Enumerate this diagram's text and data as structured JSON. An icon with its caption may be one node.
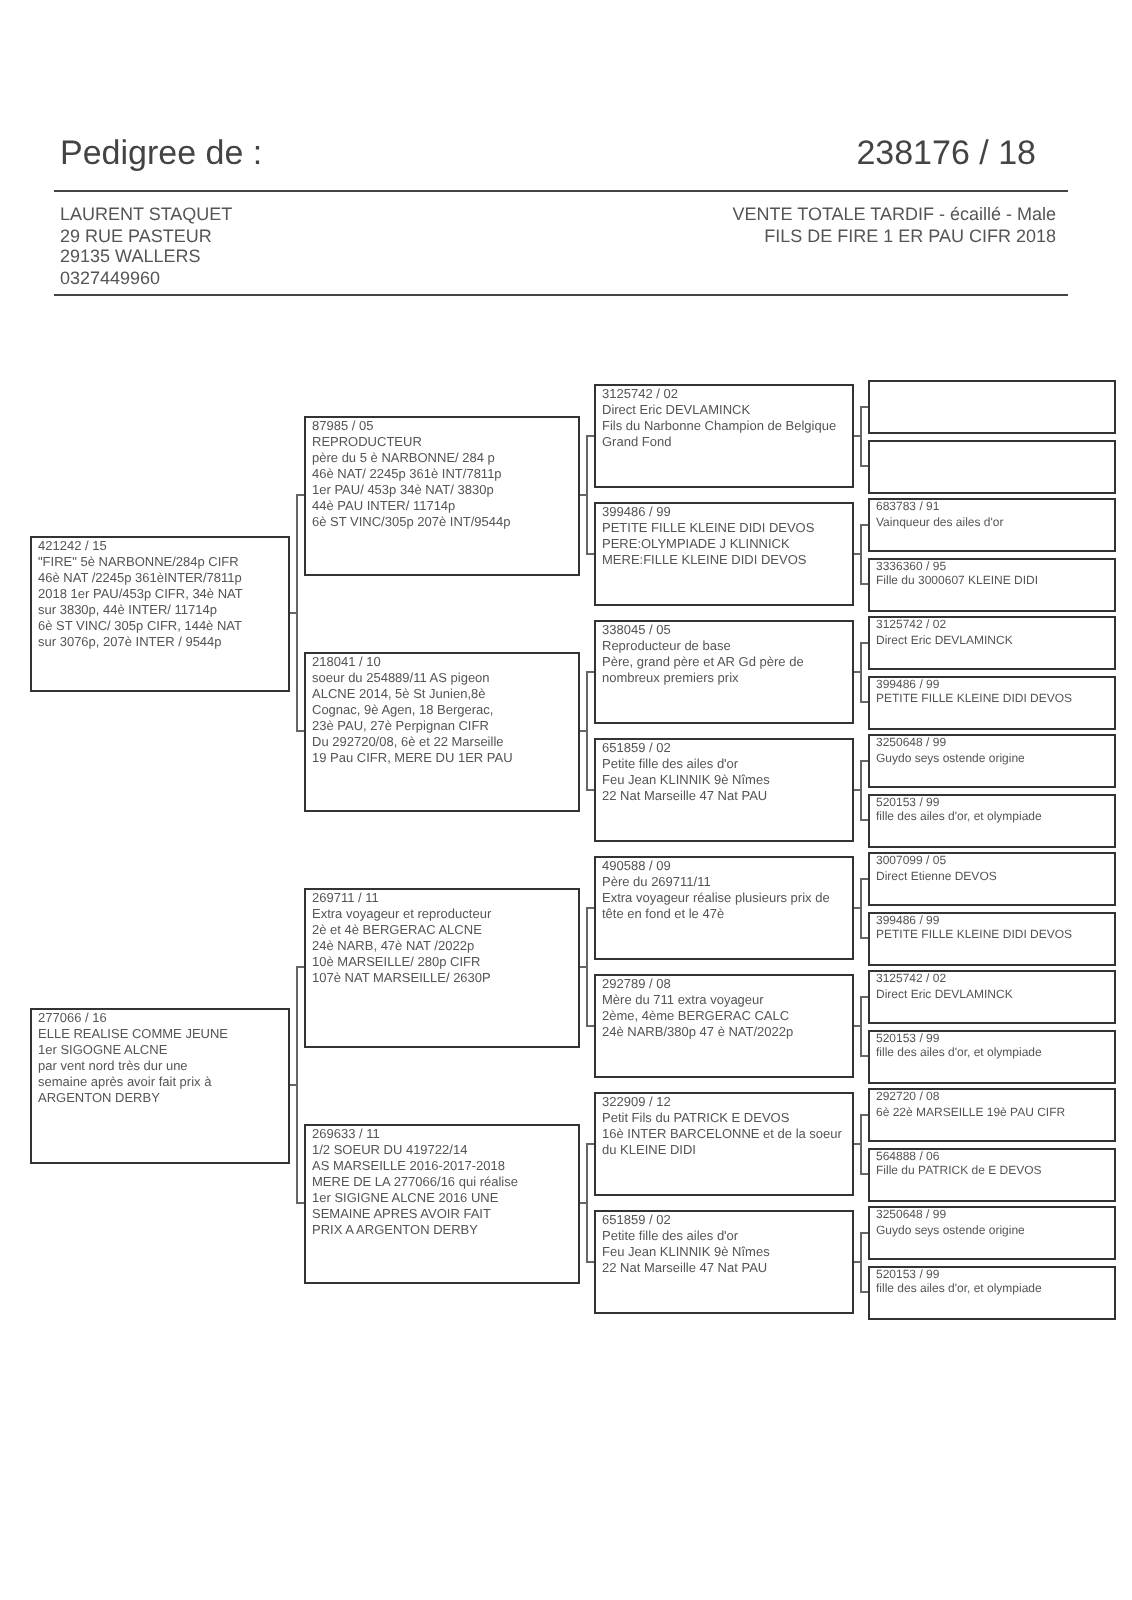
{
  "diagram": {
    "title": "Pedigree de :",
    "nodes": [
      {
        "text": [
          "421242 / 15",
          "\"FIRE\" 5è NARBONNE/284p CIFR",
          "46è NAT /2245p 361èINTER/7811p",
          "2018 1er PAU/453p CIFR, 34è NAT",
          "sur 3830p, 44è INTER/ 11714p",
          "6è ST VINC/ 305p CIFR, 144è NAT",
          "sur 3076p, 207è INTER / 9544p"
        ]
      },
      {
        "text": [
          "277066 / 16",
          "ELLE REALISE COMME JEUNE",
          "1er  SIGOGNE ALCNE",
          "par vent nord très dur une",
          "semaine après avoir fait prix à",
          "ARGENTON DERBY"
        ]
      },
      {
        "text": [
          "87985 / 05",
          "REPRODUCTEUR",
          "père du 5 è NARBONNE/ 284 p",
          "46è NAT/ 2245p 361è INT/7811p",
          "1er PAU/ 453p 34è NAT/ 3830p",
          "44è PAU INTER/ 11714p",
          "6è ST VINC/305p 207è INT/9544p"
        ]
      },
      {
        "text": [
          "218041 / 10",
          "soeur du 254889/11 AS pigeon",
          "ALCNE 2014, 5è St Junien,8è",
          "Cognac, 9è Agen, 18 Bergerac,",
          "23è PAU, 27è Perpignan CIFR",
          "Du 292720/08, 6è et 22 Marseille",
          "19 Pau CIFR, MERE DU 1ER PAU"
        ]
      },
      {
        "text": [
          "269711 / 11",
          "Extra voyageur et reproducteur",
          "2è et 4è BERGERAC ALCNE",
          "24è NARB, 47è NAT /2022p",
          "10è MARSEILLE/ 280p CIFR",
          "107è NAT MARSEILLE/ 2630P"
        ]
      },
      {
        "text": [
          "269633 / 11",
          "1/2 SOEUR DU 419722/14",
          "AS MARSEILLE 2016-2017-2018",
          "MERE DE LA 277066/16 qui réalise",
          "1er SIGIGNE ALCNE 2016 UNE",
          "SEMAINE APRES AVOIR FAIT",
          "PRIX A ARGENTON DERBY"
        ]
      },
      {
        "text": [
          "3125742 / 02",
          "Direct Eric DEVLAMINCK",
          "Fils du Narbonne Champion de Belgique Grand Fond"
        ]
      },
      {
        "text": [
          "399486 / 99",
          "PETITE FILLE KLEINE DIDI DEVOS",
          "PERE:OLYMPIADE J KLINNICK",
          "MERE:FILLE KLEINE DIDI DEVOS"
        ]
      },
      {
        "text": [
          "338045 / 05",
          "Reproducteur de base",
          "Père, grand père et AR Gd père de nombreux premiers prix"
        ]
      },
      {
        "text": [
          "651859 / 02",
          "Petite fille des ailes d'or",
          "Feu Jean KLINNIK 9è Nîmes",
          "22 Nat Marseille 47 Nat PAU"
        ]
      },
      {
        "text": [
          "490588 / 09",
          "Père du 269711/11",
          "Extra voyageur réalise plusieurs prix de tête en fond et le 47è"
        ]
      },
      {
        "text": [
          "292789 / 08",
          "Mère du 711 extra voyageur",
          "2ème, 4ème BERGERAC CALC",
          "24è NARB/380p 47 è NAT/2022p"
        ]
      },
      {
        "text": [
          "322909 / 12",
          "Petit Fils du PATRICK E DEVOS",
          "16è INTER BARCELONNE et de la soeur du KLEINE DIDI"
        ]
      },
      {
        "text": [
          "651859 / 02",
          "Petite fille des ailes d'or",
          "Feu Jean KLINNIK 9è Nîmes",
          "22 Nat Marseille 47 Nat PAU"
        ]
      },
      {
        "text": [],
        "shape": "box"
      },
      {
        "text": [],
        "shape": "box"
      },
      {
        "text": [
          "683783 / 91",
          "Vainqueur des ailes d'or"
        ]
      },
      {
        "text": [
          "3336360 / 95",
          "Fille du 3000607 KLEINE DIDI"
        ]
      },
      {
        "text": [
          "3125742 / 02",
          "Direct Eric DEVLAMINCK"
        ]
      },
      {
        "text": [
          "399486 / 99",
          "PETITE FILLE KLEINE DIDI DEVOS"
        ]
      },
      {
        "text": [
          "3250648 / 99",
          "Guydo seys ostende origine"
        ]
      },
      {
        "text": [
          "520153 / 99",
          "fille des ailes d'or, et olympiade"
        ]
      },
      {
        "text": [
          "3007099 / 05",
          "Direct Etienne DEVOS"
        ]
      },
      {
        "text": [
          "399486 / 99",
          "PETITE FILLE KLEINE DIDI DEVOS"
        ]
      },
      {
        "text": [
          "3125742 / 02",
          "Direct Eric DEVLAMINCK"
        ]
      },
      {
        "text": [
          "520153 / 99",
          "fille des ailes d'or, et olympiade"
        ]
      },
      {
        "text": [
          "292720 / 08",
          "6è 22è MARSEILLE 19è PAU CIFR"
        ]
      },
      {
        "text": [
          "564888 / 06",
          "Fille du PATRICK de E DEVOS"
        ]
      },
      {
        "text": [
          "3250648 / 99",
          "Guydo seys ostende origine"
        ]
      },
      {
        "text": [
          "520153 / 99",
          "fille des ailes d'or, et olympiade"
        ]
      }
    ],
    "edges": [
      {
        "from": 0,
        "to": 2,
        "arrow": "none"
      },
      {
        "from": 0,
        "to": 3,
        "arrow": "none"
      },
      {
        "from": 1,
        "to": 4,
        "arrow": "none"
      },
      {
        "from": 1,
        "to": 5,
        "arrow": "none"
      },
      {
        "from": 2,
        "to": 6,
        "arrow": "none"
      },
      {
        "from": 2,
        "to": 7,
        "arrow": "none"
      },
      {
        "from": 3,
        "to": 8,
        "arrow": "none"
      },
      {
        "from": 3,
        "to": 9,
        "arrow": "none"
      },
      {
        "from": 4,
        "to": 10,
        "arrow": "none"
      },
      {
        "from": 4,
        "to": 11,
        "arrow": "none"
      },
      {
        "from": 5,
        "to": 12,
        "arrow": "none"
      },
      {
        "from": 5,
        "to": 13,
        "arrow": "none"
      },
      {
        "from": 6,
        "to": 14,
        "arrow": "none"
      },
      {
        "from": 6,
        "to": 15,
        "arrow": "none"
      },
      {
        "from": 7,
        "to": 16,
        "arrow": "none"
      },
      {
        "from": 7,
        "to": 17,
        "arrow": "none"
      },
      {
        "from": 8,
        "to": 18,
        "arrow": "none"
      },
      {
        "from": 8,
        "to": 19,
        "arrow": "none"
      },
      {
        "from": 9,
        "to": 20,
        "arrow": "none"
      },
      {
        "from": 9,
        "to": 21,
        "arrow": "none"
      },
      {
        "from": 10,
        "to": 22,
        "arrow": "none"
      },
      {
        "from": 10,
        "to": 23,
        "arrow": "none"
      },
      {
        "from": 11,
        "to": 24,
        "arrow": "none"
      },
      {
        "from": 11,
        "to": 25,
        "arrow": "none"
      },
      {
        "from": 12,
        "to": 26,
        "arrow": "none"
      },
      {
        "from": 12,
        "to": 27,
        "arrow": "none"
      },
      {
        "from": 13,
        "to": 28,
        "arrow": "none"
      },
      {
        "from": 13,
        "to": 29,
        "arrow": "none"
      }
    ],
    "labels": [
      "238176 / 18",
      "LAURENT STAQUET",
      "29 RUE PASTEUR",
      "29135 WALLERS",
      "0327449960",
      "VENTE TOTALE TARDIF - écaillé - Male",
      "FILS DE FIRE 1 ER PAU CIFR 2018"
    ]
  }
}
